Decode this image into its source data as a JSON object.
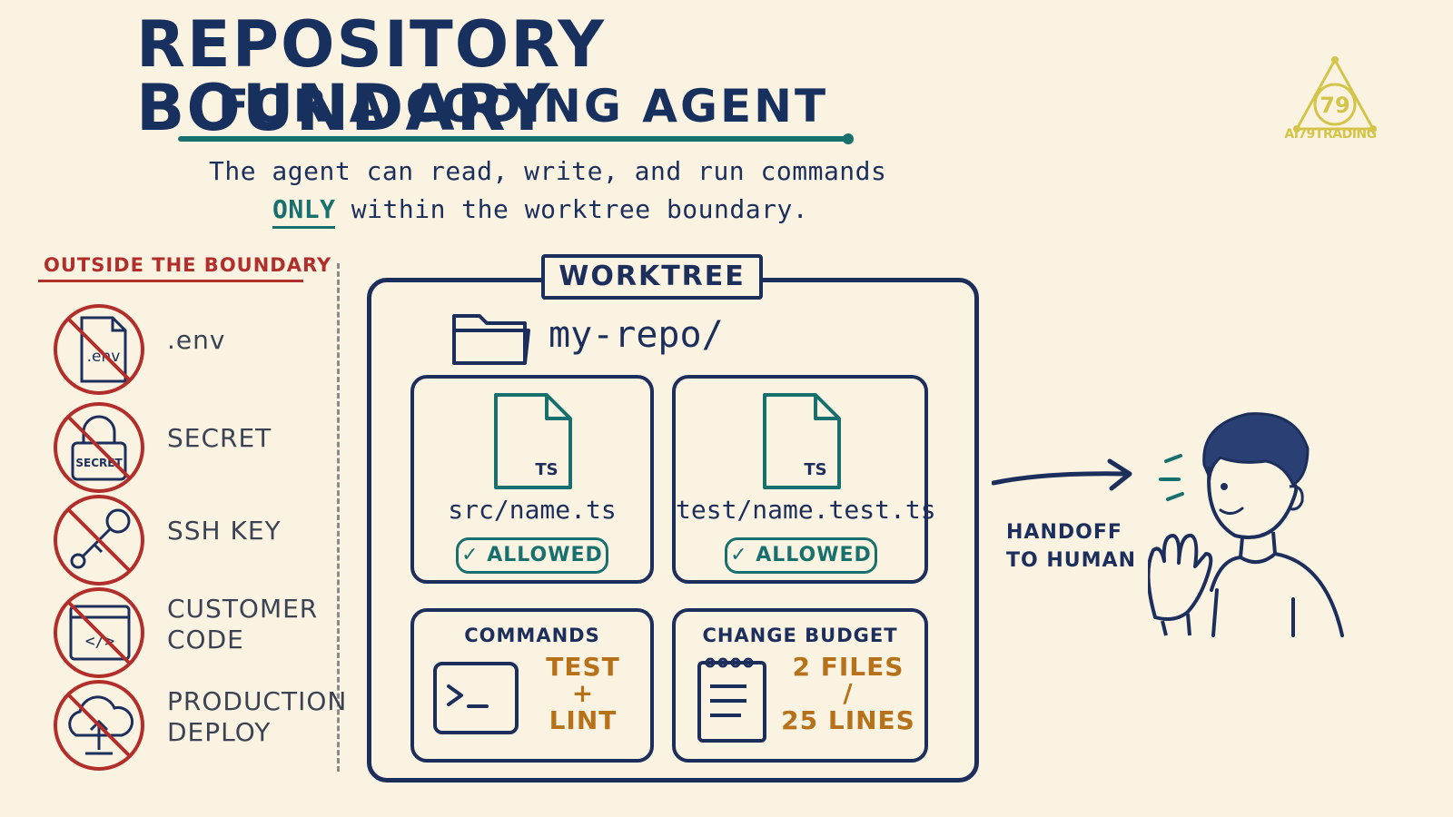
{
  "title": {
    "line1": "Repository Boundary",
    "line2": "for a Coding Agent"
  },
  "subtitle": {
    "line1": "The agent can read, write, and run commands",
    "only_word": "ONLY",
    "line2_rest": " within the worktree boundary."
  },
  "logo": {
    "badge_number": "79",
    "text": "AI79TRADING"
  },
  "outside": {
    "header": "Outside the Boundary",
    "items": [
      {
        "icon": "env-file-icon",
        "icon_text": ".env",
        "label": ".env"
      },
      {
        "icon": "secret-lock-icon",
        "icon_text": "SECRET",
        "label": "SECRET"
      },
      {
        "icon": "key-icon",
        "label": "SSH KEY"
      },
      {
        "icon": "code-window-icon",
        "label_line1": "CUSTOMER",
        "label_line2": "CODE"
      },
      {
        "icon": "cloud-upload-icon",
        "label_line1": "PRODUCTION",
        "label_line2": "DEPLOY"
      }
    ]
  },
  "worktree": {
    "label": "Worktree",
    "repo": "my-repo/",
    "files": [
      {
        "badge": "TS",
        "name": "src/name.ts",
        "status": "✓ ALLOWED"
      },
      {
        "badge": "TS",
        "name": "test/name.test.ts",
        "status": "✓ ALLOWED"
      }
    ],
    "commands": {
      "title": "Commands",
      "line1": "TEST",
      "line2": "+",
      "line3": "LINT"
    },
    "budget": {
      "title": "Change Budget",
      "line1": "2 FILES",
      "line2": "/",
      "line3": "25 LINES"
    }
  },
  "handoff": {
    "line1": "Handoff",
    "line2": "to Human"
  },
  "colors": {
    "navy": "#1c2f5c",
    "teal": "#17706e",
    "red": "#b22e2a",
    "orange": "#b77219",
    "background": "#fbf3e2"
  }
}
